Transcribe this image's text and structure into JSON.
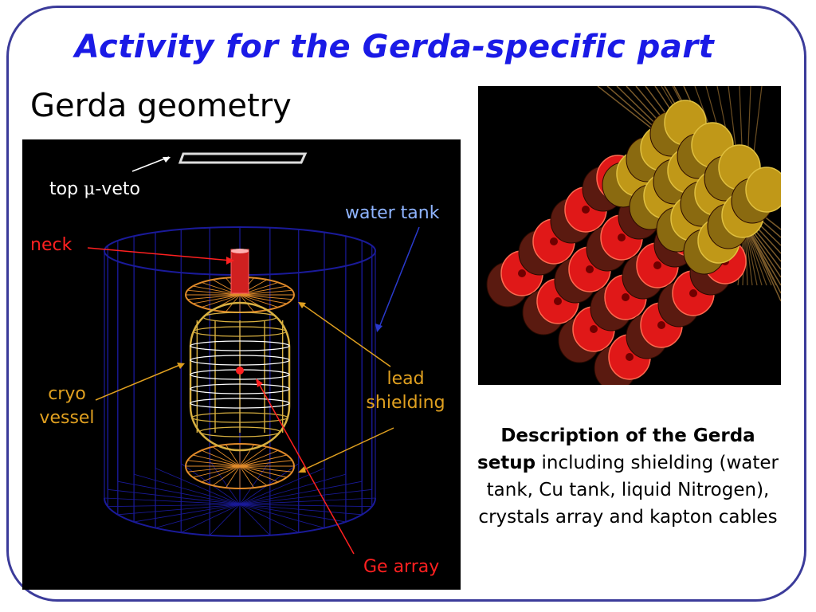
{
  "slide": {
    "title": "Activity for the Gerda-specific part",
    "subtitle": "Gerda geometry"
  },
  "geometry": {
    "labels": {
      "top_veto_prefix": "top ",
      "top_veto_symbol": "μ",
      "top_veto_suffix": "-veto",
      "water_tank": "water tank",
      "neck": "neck",
      "lead_line1": "lead",
      "lead_line2": "shielding",
      "cryo_line1": "cryo",
      "cryo_line2": "vessel",
      "ge_array": "Ge array"
    },
    "colors": {
      "background": "#000000",
      "water_tank": "#1a1a9a",
      "water_tank_label": "#8fb4ff",
      "neck": "#ff2020",
      "lead": "#e08a2a",
      "lead_label": "#e0a020",
      "cryo_vessel": "#d8b040",
      "arrow_white": "#ffffff"
    }
  },
  "description": {
    "bold": "Description of the Gerda setup",
    "rest": " including shielding (water tank, Cu tank, liquid Nitrogen), crystals array and kapton cables"
  },
  "colors": {
    "title": "#1a1ae6",
    "frame": "#3b3b9a"
  }
}
